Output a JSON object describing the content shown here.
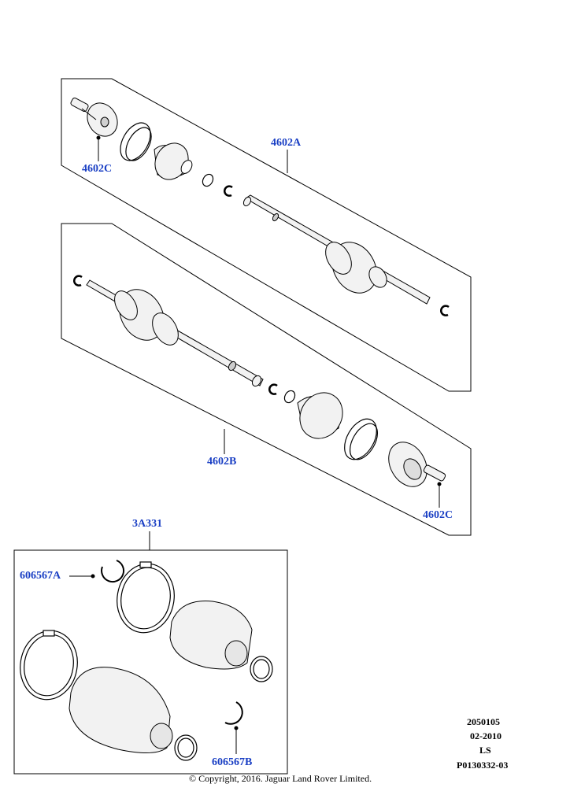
{
  "callouts": {
    "c4602a": "4602A",
    "c4602c_top": "4602C",
    "c4602b": "4602B",
    "c4602c_bottom": "4602C",
    "c3a331": "3A331",
    "c606567a": "606567A",
    "c606567b": "606567B"
  },
  "meta": {
    "code": "2050105",
    "date": "02-2010",
    "ls": "LS",
    "ref": "P0130332-03"
  },
  "copyright": "© Copyright, 2016. Jaguar Land Rover Limited.",
  "colors": {
    "callout": "#1a3fc4",
    "line": "#000000",
    "part_fill": "#f2f2f2"
  }
}
